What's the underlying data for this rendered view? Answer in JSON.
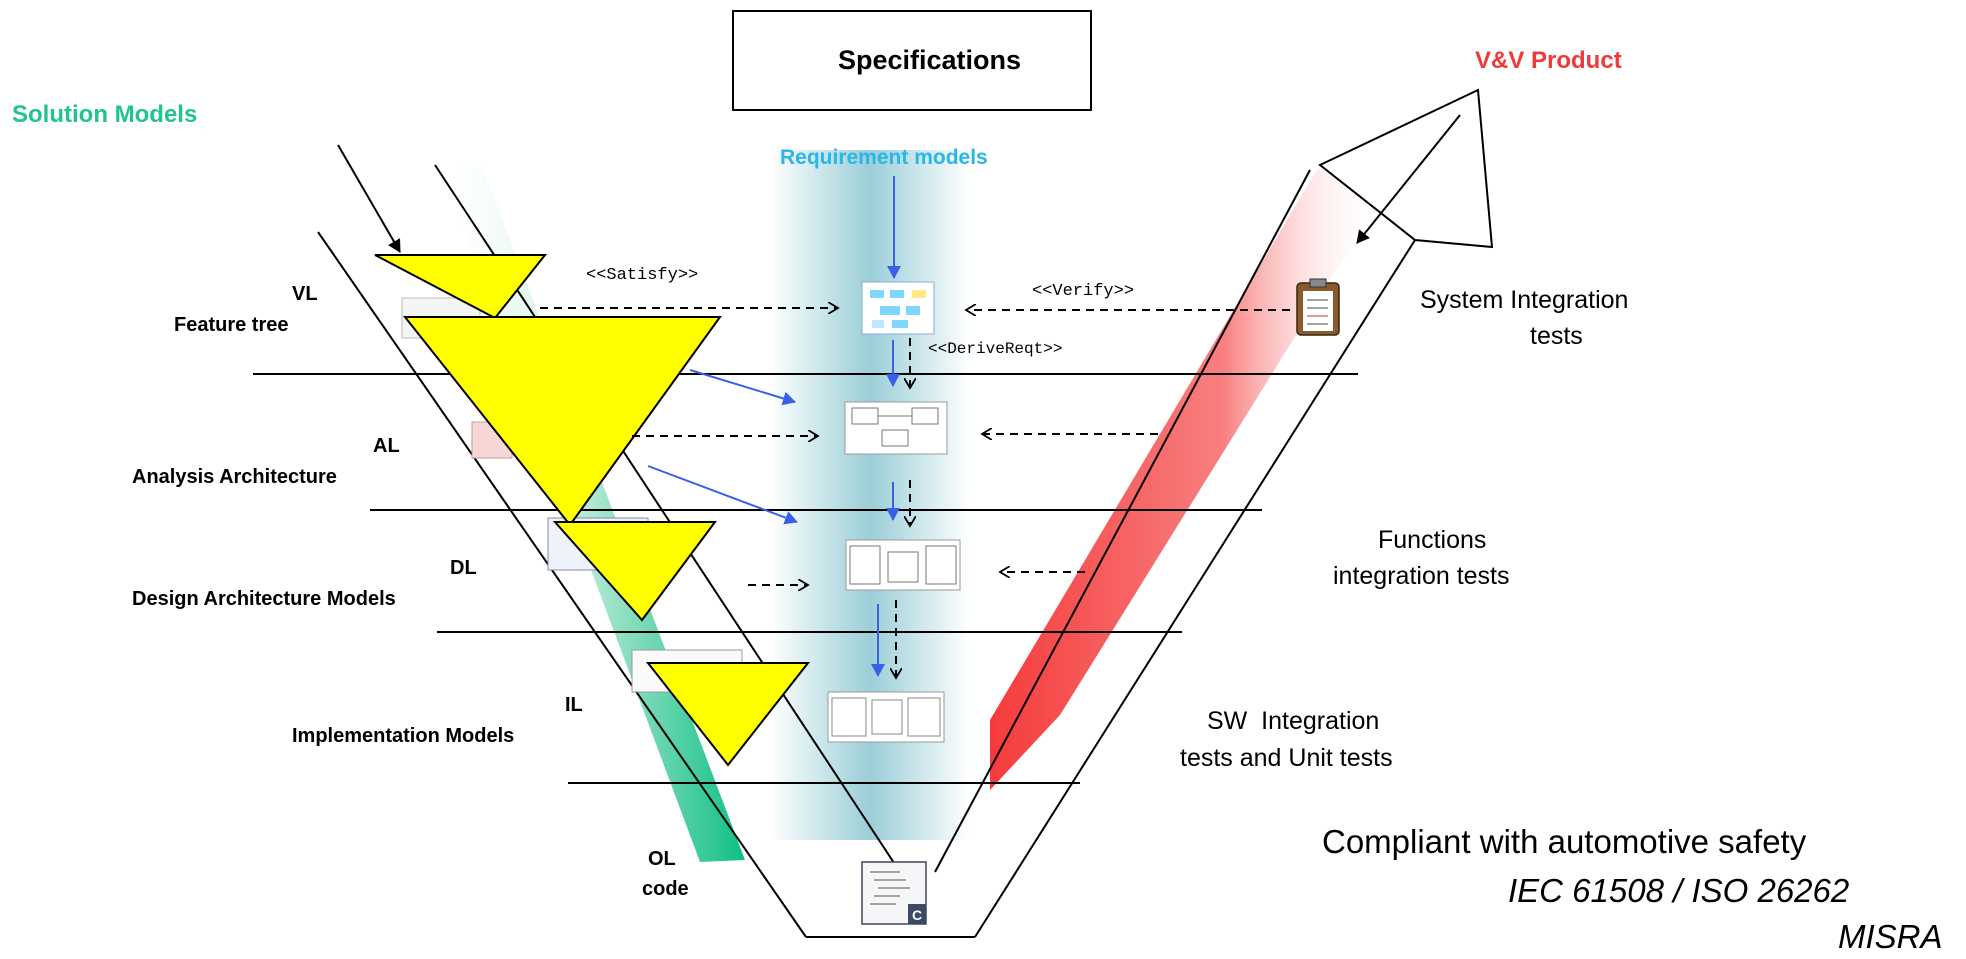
{
  "header": {
    "specifications_label": "Specifications",
    "vv_product_label": "V&V Product",
    "solution_models_label": "Solution Models",
    "requirement_models_label": "Requirement models"
  },
  "levels": [
    {
      "code": "VL",
      "name": "Feature tree"
    },
    {
      "code": "AL",
      "name": "Analysis Architecture"
    },
    {
      "code": "DL",
      "name": "Design Architecture Models"
    },
    {
      "code": "IL",
      "name": "Implementation Models"
    },
    {
      "code": "OL",
      "name": "code"
    }
  ],
  "stereotypes": {
    "satisfy": "<<Satisfy>>",
    "verify": "<<Verify>>",
    "derive": "<<DeriveReqt>>"
  },
  "tests": {
    "system_1": "System Integration",
    "system_2": "tests",
    "functions_1": "Functions",
    "functions_2": "integration tests",
    "sw_1": "SW  Integration",
    "sw_2": "tests and Unit tests"
  },
  "compliance": {
    "line1": "Compliant with automotive safety",
    "line2": "IEC 61508 / ISO 26262",
    "line3": "MISRA"
  },
  "colors": {
    "solution": "#1fc48e",
    "requirement": "#29b6e8",
    "vv": "#f03a3a",
    "triangle": "#ffff00",
    "blue_arrow": "#3a5fe8"
  }
}
